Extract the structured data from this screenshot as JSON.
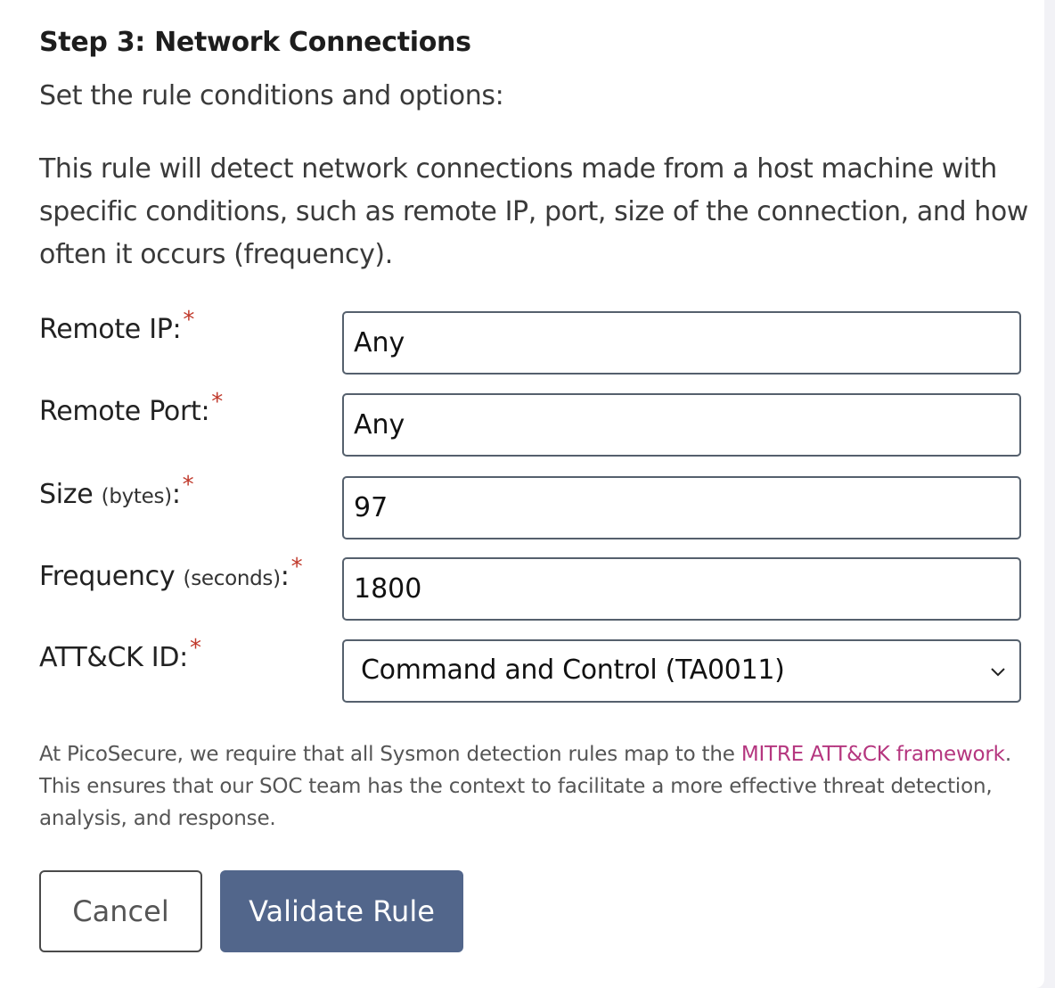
{
  "header": {
    "title": "Step 3: Network Connections",
    "subtitle": "Set the rule conditions and options:"
  },
  "description": "This rule will detect network connections made from a host machine with specific conditions, such as remote IP, port, size of the connection, and how often it occurs (frequency).",
  "form": {
    "remote_ip": {
      "label": "Remote IP:",
      "required_mark": "*",
      "value": "Any"
    },
    "remote_port": {
      "label": "Remote Port:",
      "required_mark": "*",
      "value": "Any"
    },
    "size": {
      "label": "Size",
      "unit": "(bytes)",
      "colon": ":",
      "required_mark": "*",
      "value": "97"
    },
    "frequency": {
      "label": "Frequency",
      "unit": "(seconds)",
      "colon": ":",
      "required_mark": "*",
      "value": "1800"
    },
    "attck_id": {
      "label": "ATT&CK ID:",
      "required_mark": "*",
      "selected": "Command and Control (TA0011)"
    }
  },
  "note": {
    "text_before": "At PicoSecure, we require that all Sysmon detection rules map to the ",
    "link": "MITRE ATT&CK framework",
    "text_after": ". This ensures that our SOC team has the context to facilitate a more effective threat detection, analysis, and response."
  },
  "buttons": {
    "cancel": "Cancel",
    "validate": "Validate Rule"
  },
  "colors": {
    "primary_button": "#52668b",
    "link": "#b5367f",
    "required": "#c0392b",
    "field_border": "#55606d"
  }
}
